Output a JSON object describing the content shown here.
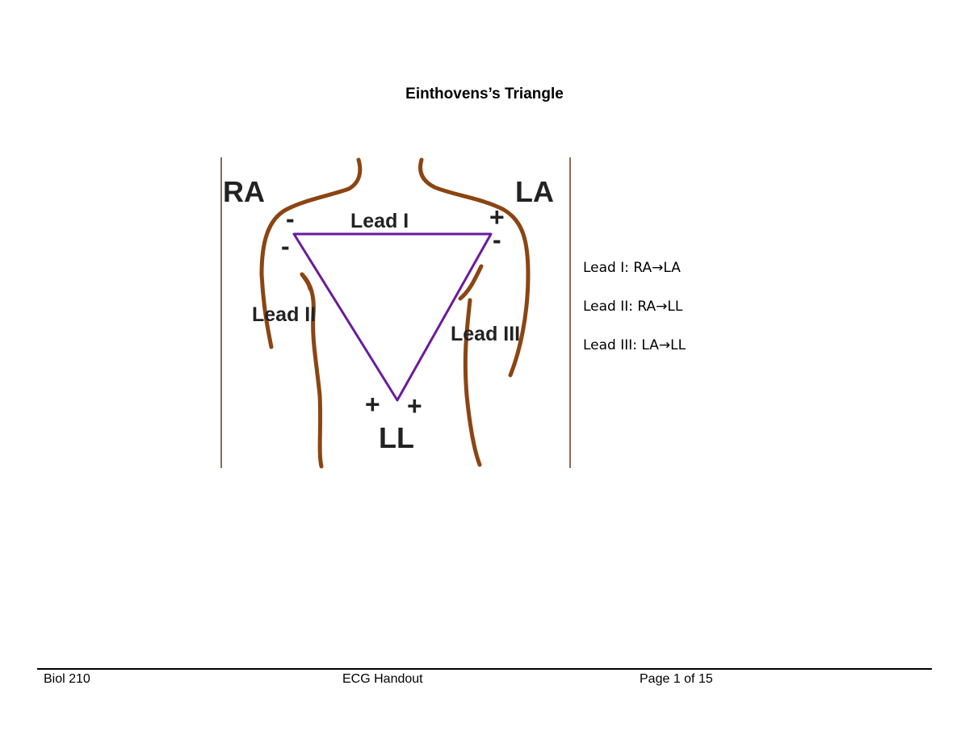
{
  "document": {
    "title": "Einthovens’s Triangle"
  },
  "figure": {
    "labels": {
      "ra": "RA",
      "la": "LA",
      "ll": "LL",
      "lead1": "Lead I",
      "lead2": "Lead II",
      "lead3": "Lead III"
    },
    "signs": {
      "ra_lead1": "-",
      "ra_lead2": "-",
      "la_lead1": "+",
      "la_lead3": "-",
      "ll_lead2": "+",
      "ll_lead3": "+"
    },
    "colors": {
      "body_outline": "#8B4513",
      "triangle": "#6A1B9A",
      "frame": "#8B6B5B"
    }
  },
  "leads": [
    {
      "name": "Lead I:",
      "from": "RA",
      "arrow": "→",
      "to": "LA"
    },
    {
      "name": "Lead II:",
      "from": "RA",
      "arrow": "→",
      "to": "LL"
    },
    {
      "name": "Lead III:",
      "from": "LA",
      "arrow": "→",
      "to": "LL"
    }
  ],
  "footer": {
    "course": "Biol 210",
    "doc_title": "ECG Handout",
    "page": "Page 1 of 15"
  }
}
